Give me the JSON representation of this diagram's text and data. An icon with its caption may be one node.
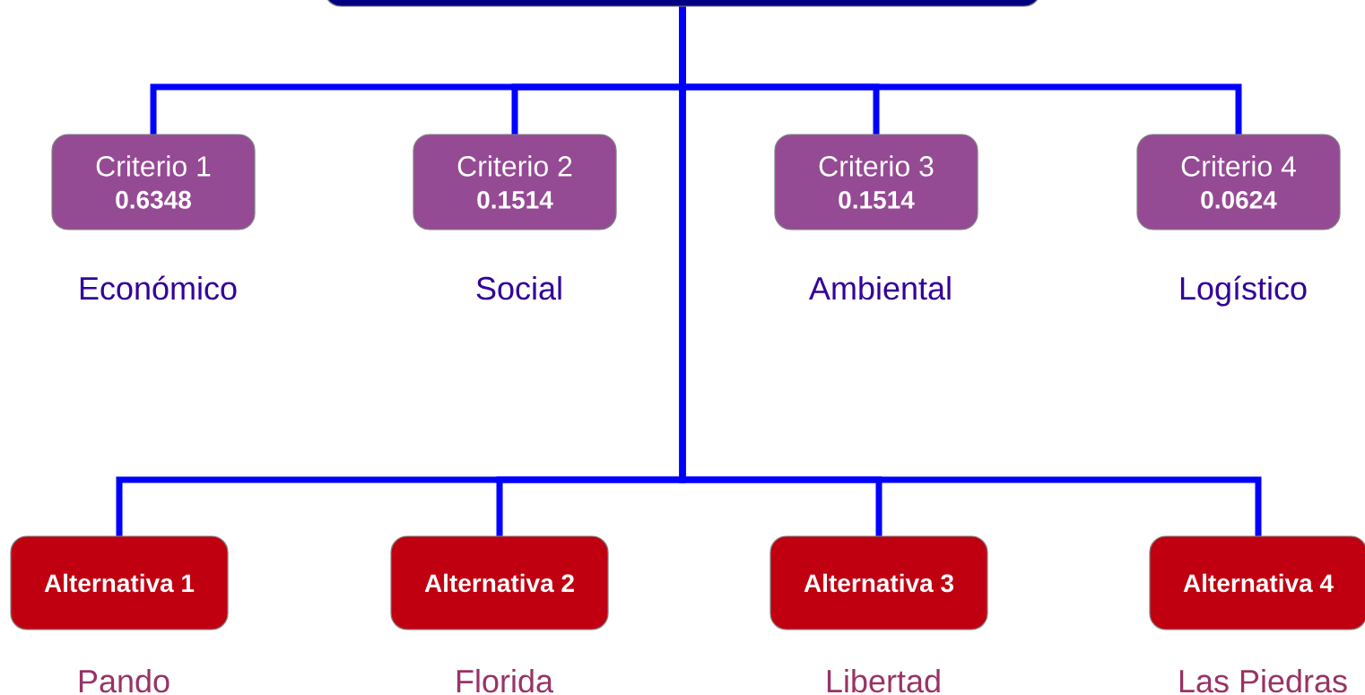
{
  "diagram": {
    "nodes": [
      {
        "text": [],
        "shape": "box"
      },
      {
        "text": [
          "Criterio 1",
          "0.6348"
        ],
        "beside": [
          "Económico"
        ]
      },
      {
        "text": [
          "Criterio 2",
          "0.1514"
        ],
        "beside": [
          "Social"
        ]
      },
      {
        "text": [
          "Criterio 3",
          "0.1514"
        ],
        "beside": [
          "Ambiental"
        ]
      },
      {
        "text": [
          "Criterio 4",
          "0.0624"
        ],
        "beside": [
          "Logístico"
        ]
      },
      {
        "text": [
          "Alternativa 1"
        ],
        "beside": [
          "Pando"
        ]
      },
      {
        "text": [
          "Alternativa 2"
        ],
        "beside": [
          "Florida"
        ]
      },
      {
        "text": [
          "Alternativa 3"
        ],
        "beside": [
          "Libertad"
        ]
      },
      {
        "text": [
          "Alternativa 4"
        ],
        "beside": [
          "Las Piedras"
        ]
      }
    ],
    "edges": [
      {
        "from": 0,
        "to": 1,
        "arrow": "none"
      },
      {
        "from": 0,
        "to": 2,
        "arrow": "none"
      },
      {
        "from": 0,
        "to": 3,
        "arrow": "none"
      },
      {
        "from": 0,
        "to": 4,
        "arrow": "none"
      },
      {
        "from": 0,
        "to": 5,
        "arrow": "none"
      },
      {
        "from": 0,
        "to": 6,
        "arrow": "none"
      },
      {
        "from": 0,
        "to": 7,
        "arrow": "none"
      },
      {
        "from": 0,
        "to": 8,
        "arrow": "none"
      }
    ]
  }
}
